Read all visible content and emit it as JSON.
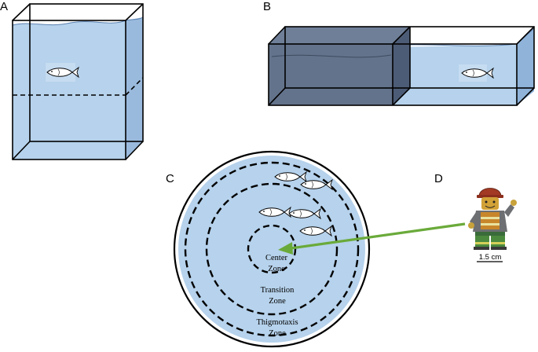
{
  "panels": {
    "a": {
      "label": "A"
    },
    "b": {
      "label": "B"
    },
    "c": {
      "label": "C",
      "zones": [
        {
          "line1": "Center",
          "line2": "Zone"
        },
        {
          "line1": "Transition",
          "line2": "Zone"
        },
        {
          "line1": "Thigmotaxis",
          "line2": "Zone"
        }
      ]
    },
    "d": {
      "label": "D",
      "scale_label": "1.5 cm"
    }
  },
  "colors": {
    "water": "#b6d2ec",
    "water_side": "#8fb3d9",
    "dark_compartment": "#5b6b85",
    "arrow": "#6aaa3a",
    "line": "#000000"
  }
}
